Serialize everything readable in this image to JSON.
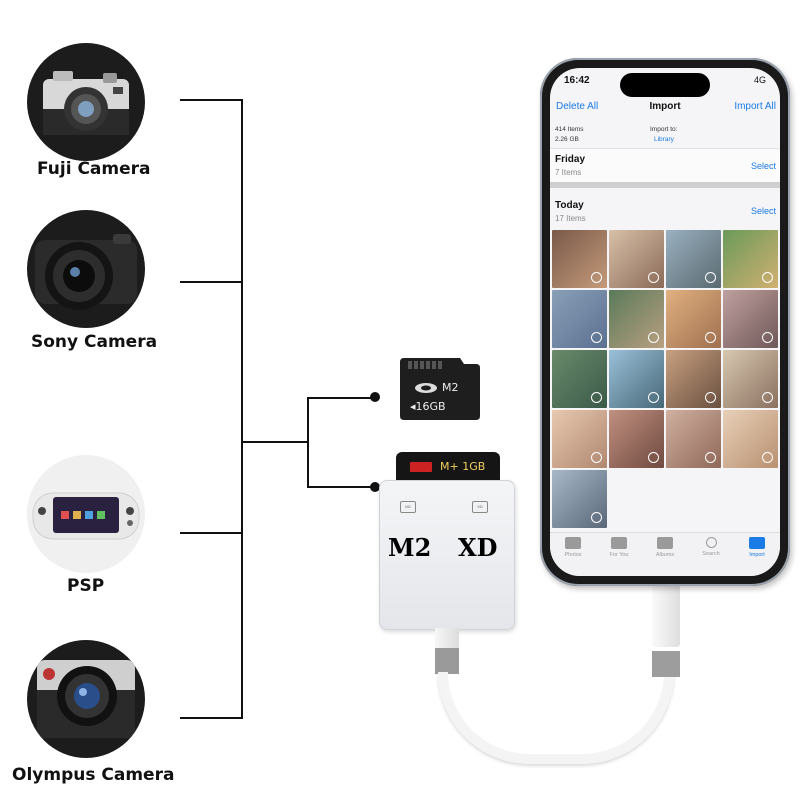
{
  "devices": [
    {
      "label": "Fuji Camera",
      "icon": "fuji-camera-icon"
    },
    {
      "label": "Sony Camera",
      "icon": "sony-camera-icon"
    },
    {
      "label": "PSP",
      "icon": "psp-icon"
    },
    {
      "label": "Olympus Camera",
      "icon": "olympus-camera-icon"
    }
  ],
  "memory_card": {
    "brand_mark": "M2",
    "capacity": "16GB"
  },
  "inserted_card": {
    "text": "M+ 1GB"
  },
  "reader": {
    "slot_left_label": "M2",
    "slot_right_label": "XD",
    "slot_left_icon_text": "M2",
    "slot_right_icon_text": "XD"
  },
  "phone": {
    "status_time": "16:42",
    "status_right": "4G",
    "nav": {
      "left": "Delete All",
      "title": "Import",
      "right": "Import All"
    },
    "info": {
      "items": "414 Items",
      "size": "2.26 GB",
      "import_to": "Import to:",
      "destination": "Library"
    },
    "sections": [
      {
        "title": "Friday",
        "count": "7 Items",
        "action": "Select"
      },
      {
        "title": "Today",
        "count": "17 Items",
        "action": "Select"
      }
    ],
    "tabs": [
      "Photos",
      "For You",
      "Albums",
      "Search",
      "Import"
    ],
    "accent": "#1a7ae6"
  }
}
